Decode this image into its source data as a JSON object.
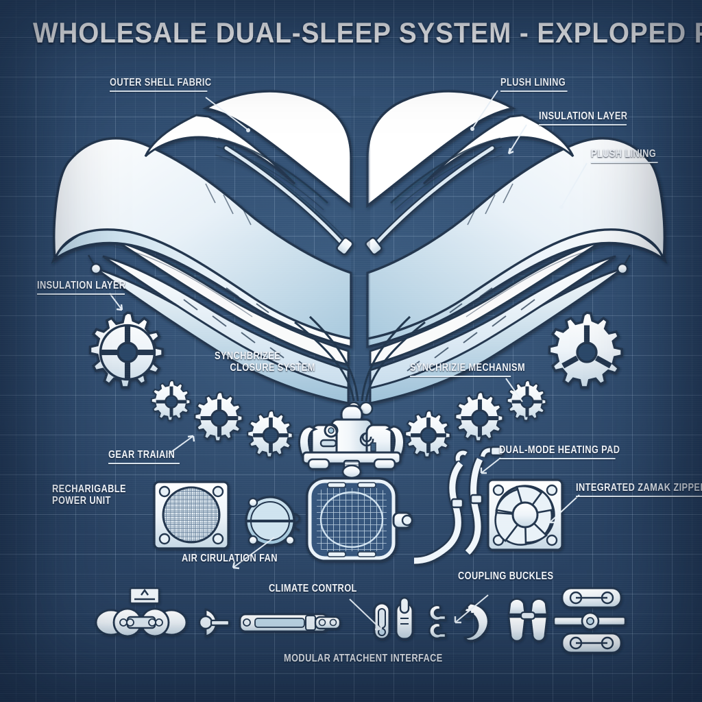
{
  "document": {
    "title": "WHOLESALE DUAL-SLEEP SYSTEM - EXPLOPED PATENT VIEW",
    "style": "blueprint exploded patent diagram",
    "background_color": "#2b4668",
    "grid_color": "#bed6ee",
    "ink_color": "#1b2a3d",
    "paper_color": "#ffffff"
  },
  "labels": [
    {
      "id": "outer-shell-fabric",
      "text": "OUTER SHELL FABRIC",
      "line1": "OUTER SHELL FABRIC",
      "line2": ""
    },
    {
      "id": "plush-lining-top",
      "text": "PLUSH LINING",
      "line1": "PLUSH LINING",
      "line2": ""
    },
    {
      "id": "insulation-layer-right",
      "text": "INSULATION LAYER",
      "line1": "INSULATION LAYER",
      "line2": ""
    },
    {
      "id": "plush-lining-lower",
      "text": "PLUSH LINING",
      "line1": "PLUSH LINING",
      "line2": ""
    },
    {
      "id": "insulation-layer-left",
      "text": "INSULATION LAYER",
      "line1": "INSULATION LAYER",
      "line2": ""
    },
    {
      "id": "synchbrizee-closure-system",
      "text": "SYNCHBRIZEE CLOSURE SYSTEM",
      "line1": "SYNCHBRIZEE",
      "line2": "CLOSURE SYSTEM"
    },
    {
      "id": "synchrizie-mechanism",
      "text": "SYNCHRIZIE MECHANISM",
      "line1": "SYNCHRIZIE MECHANISM",
      "line2": ""
    },
    {
      "id": "gear-train",
      "text": "GEAR TRAIAIN",
      "line1": "GEAR TRAIAIN",
      "line2": ""
    },
    {
      "id": "rechargable-power-unit",
      "text": "RECHARIGABLE POWER UNIT",
      "line1": "RECHARIGABLE",
      "line2": "POWER UNIT"
    },
    {
      "id": "dual-mode-heating-pad",
      "text": "DUAL-MODE HEATING PAD",
      "line1": "DUAL-MODE HEATING PAD",
      "line2": ""
    },
    {
      "id": "integrated-zamak-zippers",
      "text": "INTEGRATED ZAMAK ZIPPERS",
      "line1": "INTEGRATED ZAMAK ZIPPERS",
      "line2": ""
    },
    {
      "id": "air-cirulation-fan",
      "text": "AIR CIRULATION FAN",
      "line1": "AIR CIRULATION FAN",
      "line2": ""
    },
    {
      "id": "climate-control",
      "text": "CLIMATE CONTROL",
      "line1": "CLIMATE CONTROL",
      "line2": ""
    },
    {
      "id": "coupling-buckles",
      "text": "COUPLING BUCKLES",
      "line1": "COUPLING BUCKLES",
      "line2": ""
    },
    {
      "id": "modular-attachent-interface",
      "text": "MODULAR ATTACHENT INTERFACE",
      "line1": "MODULAR ATTACHENT INTERFACE",
      "line2": ""
    }
  ],
  "components": {
    "sleeping_bags": "two mirrored exploded sleeping bags with hoods, layered shells and zippers",
    "gear_train_left": "five interlocking gears descending left to center",
    "gear_train_right": "four interlocking gears ascending center to right",
    "central_mechanism": "symmetric synchronizer housing block",
    "power_unit": "square mesh grille battery unit",
    "circulation_fan_small": "round split disc fan port",
    "climate_control": "rounded square grid radiator panel",
    "hoses": "routed coupling tubes",
    "heating_fan": "seven blade axial fan",
    "hardware_row": "buckles, sliders, clips, latches and connector plates"
  }
}
